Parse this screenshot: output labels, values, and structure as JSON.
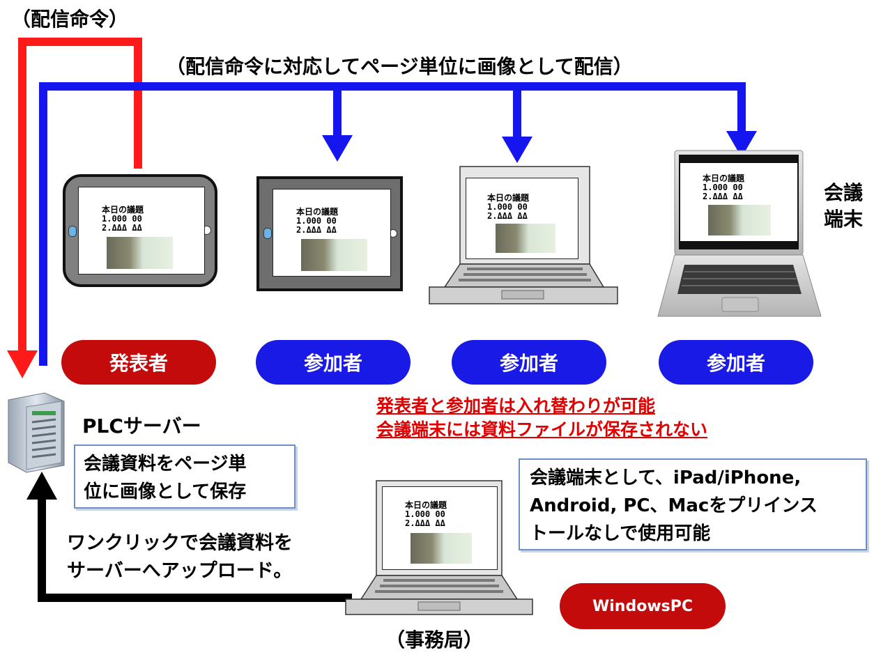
{
  "labels": {
    "distribution_command": "（配信命令）",
    "distribution_description": "（配信命令に対応してページ単位に画像として配信）",
    "conference_terminal": "会議端末",
    "server_name": "PLCサーバー",
    "server_note_line1": "会議資料をページ単",
    "server_note_line2": "位に画像として保存",
    "upload_line1": "ワンクリックで会議資料を",
    "upload_line2": "サーバーへアップロード。",
    "secretariat": "（事務局）"
  },
  "roles": {
    "presenter": "発表者",
    "participant1": "参加者",
    "participant2": "参加者",
    "participant3": "参加者",
    "windows_pc": "WindowsPC"
  },
  "notices": {
    "line1": "発表者と参加者は入れ替わりが可能",
    "line2": "会議端末には資料ファイルが保存されない"
  },
  "terminal_note": {
    "line1": "会議端末として、iPad/iPhone,",
    "line2": "Android, PC、Macをプリインス",
    "line3": "トールなしで使用可能"
  },
  "screen": {
    "line1": "本日の議題",
    "line2": "1.000 00",
    "line3": "2.ΔΔΔ ΔΔ"
  },
  "colors": {
    "red": "#ff1a1a",
    "blue": "#1515f0",
    "black": "#000000",
    "presenter_pill": "#c40b0b",
    "participant_pill": "#1a1ae6"
  }
}
